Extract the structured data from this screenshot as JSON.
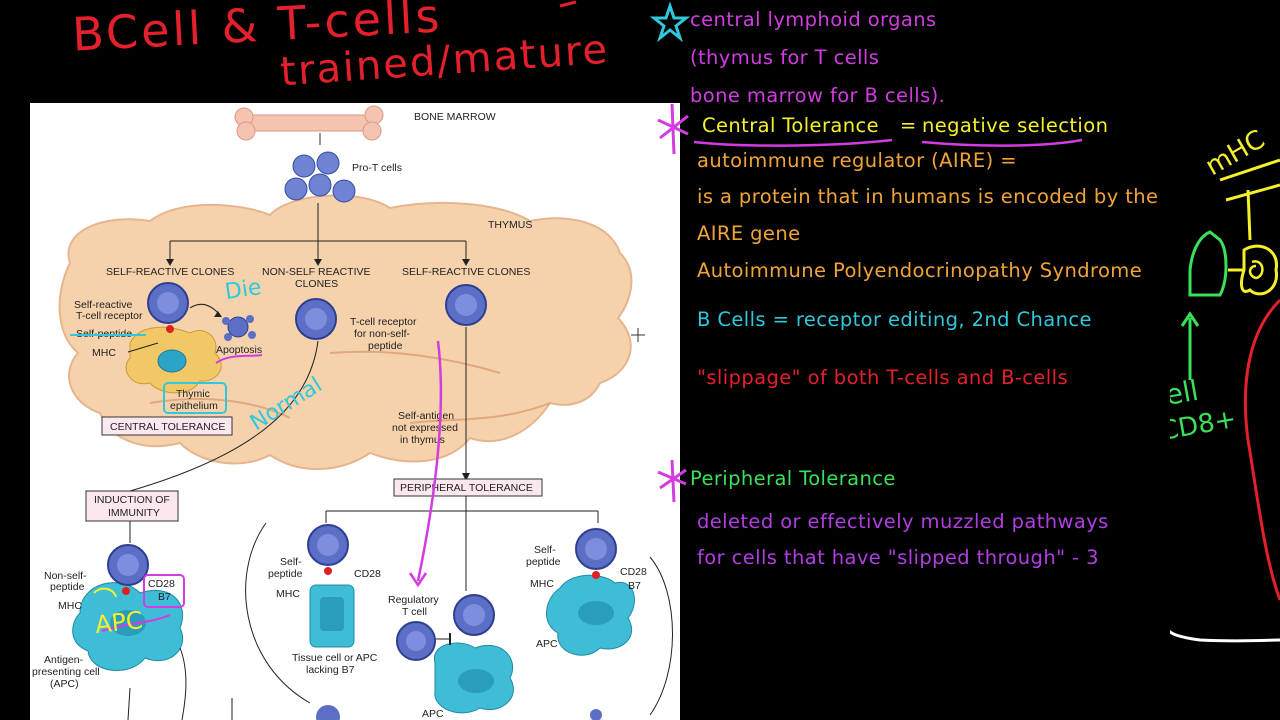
{
  "title_scribble": {
    "line1": "BCell & T-cells",
    "line2": "trained/mature"
  },
  "notes": {
    "central_lymphoid": "central lymphoid organs",
    "thymus_t": "(thymus for T cells",
    "bone_marrow_b": "bone marrow for B cells).",
    "central_tolerance": "Central Tolerance",
    "equals": "=",
    "negative_selection": "negative selection",
    "aire1": "autoimmune regulator (AIRE) =",
    "aire2": "is a protein that in humans is encoded by the",
    "aire3": "AIRE gene",
    "aire4": "Autoimmune Polyendocrinopathy Syndrome",
    "b_cells": "B Cells = receptor editing, 2nd Chance",
    "slippage": "\"slippage\" of both T-cells and B-cells",
    "peripheral": "Peripheral Tolerance",
    "deleted1": "deleted or effectively muzzled pathways",
    "deleted2": "for cells that have \"slipped through\" - 3"
  },
  "side_sketch": {
    "mhc": "mHC",
    "tcell": "T-cell",
    "cd8": "CD8+"
  },
  "diagram": {
    "bone_marrow": "BONE MARROW",
    "pro_t": "Pro-T cells",
    "thymus": "THYMUS",
    "self_reactive_left": "SELF-REACTIVE CLONES",
    "non_self_reactive_1": "NON-SELF REACTIVE",
    "non_self_reactive_2": "CLONES",
    "self_reactive_right": "SELF-REACTIVE CLONES",
    "self_reactive_tcr_1": "Self-reactive",
    "self_reactive_tcr_2": "T-cell receptor",
    "self_peptide": "Self-peptide",
    "mhc": "MHC",
    "apoptosis": "Apoptosis",
    "tcr_nonself_1": "T-cell receptor",
    "tcr_nonself_2": "for non-self-",
    "tcr_nonself_3": "peptide",
    "thymic_1": "Thymic",
    "thymic_2": "epithelium",
    "central_tolerance": "CENTRAL TOLERANCE",
    "self_antigen_1": "Self-antigen",
    "self_antigen_2": "not expressed",
    "self_antigen_3": "in thymus",
    "induction_1": "INDUCTION OF",
    "induction_2": "IMMUNITY",
    "peripheral_tolerance": "PERIPHERAL TOLERANCE",
    "non_self_peptide_1": "Non-self-",
    "non_self_peptide_2": "peptide",
    "mhc_left": "MHC",
    "cd28_left": "CD28",
    "b7_left": "B7",
    "apc_1": "Antigen-",
    "apc_2": "presenting cell",
    "apc_3": "(APC)",
    "self_peptide_mid_1": "Self-",
    "self_peptide_mid_2": "peptide",
    "mhc_mid": "MHC",
    "cd28_mid": "CD28",
    "tissue_1": "Tissue cell or APC",
    "tissue_2": "lacking B7",
    "regulatory_1": "Regulatory",
    "regulatory_2": "T cell",
    "apc_bottom": "APC",
    "self_peptide_right_1": "Self-",
    "self_peptide_right_2": "peptide",
    "mhc_right": "MHC",
    "cd28_right": "CD28",
    "b7_right": "B7",
    "apc_right": "APC"
  },
  "diagram_annotations": {
    "die": "Die",
    "normal": "Normal",
    "apc": "APC"
  },
  "colors": {
    "red": "#e3202b",
    "magenta": "#d23ce0",
    "cyan": "#2fc8dc",
    "orange": "#f0a438",
    "green": "#3be05a",
    "purple": "#b03ee0",
    "yellow": "#f4f02a",
    "tissue": "#f6d2ac",
    "cell_blue": "#5b6fc6",
    "apc_teal": "#3fbcd6"
  }
}
